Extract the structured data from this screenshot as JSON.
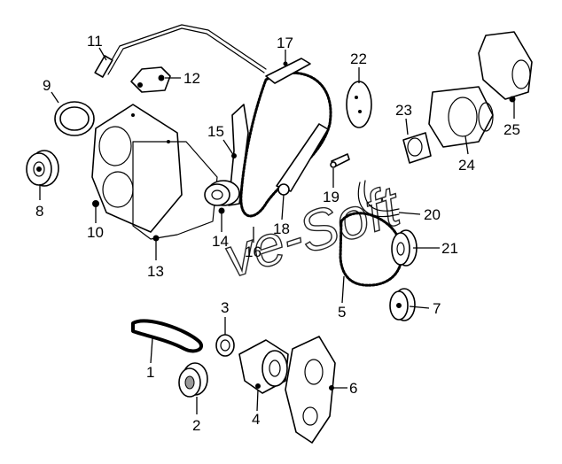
{
  "diagram": {
    "callouts": [
      "1",
      "2",
      "3",
      "4",
      "5",
      "6",
      "7",
      "8",
      "9",
      "10",
      "11",
      "12",
      "13",
      "14",
      "15",
      "16",
      "17",
      "18",
      "19",
      "20",
      "21",
      "22",
      "23",
      "24",
      "25"
    ]
  },
  "watermark": {
    "text": "ve-Soft"
  },
  "colors": {
    "ink": "#000000",
    "paper": "#ffffff",
    "shade": "#9a9a9a"
  }
}
